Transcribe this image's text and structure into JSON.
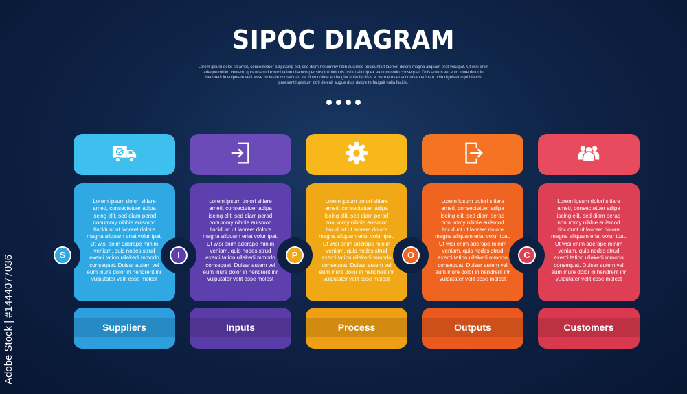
{
  "header": {
    "title": "SIPOC DIAGRAM",
    "subtitle": "Lorem ipsum dolor sit amet, consectetuer adipiscing elit, sed diam nonummy nibh euismod tincidunt ut laoreet dolore magna aliquam erat volutpat. Ut wisi enim adeque minim veniam, quis nostrud exerci tation ullamcorper suscipit lobortis nisl ut aliquip ex ea commodo consequat. Duis autem vel eum iriure dolor in hendrerit in vulputate velit esse molestie consequat, vel illum dolore eu feugiat nulla facilisis at vero eros et accumsan et iusto odio dignissim qui blandit praesent luptatum zzril delenit augue duis dolore te feugait nulla facilisi."
  },
  "watermark_side_text": "Adobe Stock | #1444077036",
  "columns": [
    {
      "letter": "S",
      "label": "Suppliers",
      "icon": "delivery-truck-icon",
      "color_top": "#3ec0ee",
      "color_mid": "#2fa8e4",
      "color_bottom": "#2d9ede",
      "text": "Lorem ipsum dolori sitiare ameti, consectetuer adipa iscing elit, sed diam perad nonummy nibhie euismod tincidunt ut laoreet dolore magna aliquam eriat volur tpat. Ut wisi enim aderape minim veniam, quis nodes strud exerci tation ullakedi mmodo consequat. Duisar autem vel eum iriure dolor in hendrerit inr vulputater velit esse molest"
    },
    {
      "letter": "I",
      "label": "Inputs",
      "icon": "sign-in-icon",
      "color_top": "#6a4bb8",
      "color_mid": "#5e3fae",
      "color_bottom": "#5a3ca8",
      "text": "Lorem ipsum dolori sitiare ameti, consectetuer adipa iscing elit, sed diam perad nonummy nibhie euismod tincidunt ut laoreet dolore magna aliquam eriat volur tpat. Ut wisi enim aderape minim veniam, quis nodes strud exerci tation ullakedi mmodo consequat. Duisar autem vel eum iriure dolor in hendrerit inr vulputater velit esse molest"
    },
    {
      "letter": "P",
      "label": "Process",
      "icon": "gear-icon",
      "color_top": "#f8b81c",
      "color_mid": "#f0a816",
      "color_bottom": "#ee9f14",
      "text": "Lorem ipsum dolori sitiare ameti, consectetuer adipa iscing elit, sed diam perad nonummy nibhie euismod tincidunt ut laoreet dolore magna aliquam eriat volur tpat. Ut wisi enim aderape minim veniam, quis nodes strud exerci tation ullakedi mmodo consequat. Duisar autem vel eum iriure dolor in hendrerit inr vulputater velit esse molest"
    },
    {
      "letter": "O",
      "label": "Outputs",
      "icon": "sign-out-icon",
      "color_top": "#f47424",
      "color_mid": "#ee6420",
      "color_bottom": "#ea5a1e",
      "text": "Lorem ipsum dolori sitiare ameti, consectetuer adipa iscing elit, sed diam perad nonummy nibhie euismod tincidunt ut laoreet dolore magna aliquam eriat volur tpat. Ut wisi enim aderape minim veniam, quis nodes strud exerci tation ullakedi mmodo consequat. Duisar autem vel eum iriure dolor in hendrerit inr vulputater velit esse molest"
    },
    {
      "letter": "C",
      "label": "Customers",
      "icon": "users-group-icon",
      "color_top": "#e94b5e",
      "color_mid": "#dd3f54",
      "color_bottom": "#d9384f",
      "text": "Lorem ipsum dolori sitiare ameti, consectetuer adipa iscing elit, sed diam perad nonummy nibhie euismod tincidunt ut laoreet dolore magna aliquam eriat volur tpat. Ut wisi enim aderape minim veniam, quis nodes strud exerci tation ullakedi mmodo consequat. Duisar autem vel eum iriure dolor in hendrerit inr vulputater velit esse molest"
    }
  ]
}
